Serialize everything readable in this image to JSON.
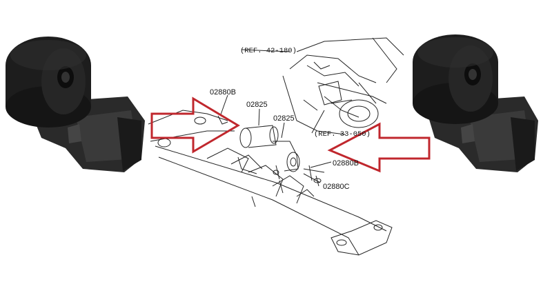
{
  "diagram": {
    "labels": {
      "ref_top": "(REF. 42-180)",
      "ref_mid": "(REF. 33-050)",
      "part_02880b_top": "02880B",
      "part_02825_a": "02825",
      "part_02825_b": "02825",
      "part_02880b_right": "02880B",
      "part_02880c": "02880C"
    },
    "colors": {
      "arrow_outline": "#c0272d",
      "mount_rubber": "#1c1c1c",
      "mount_metal": "#2b2b2b",
      "line_art": "#222222"
    },
    "icons": {
      "left_photo": "engine-mount-photo",
      "right_photo": "engine-mount-photo",
      "left_arrow": "arrow-right-outline",
      "right_arrow": "arrow-left-outline"
    }
  }
}
